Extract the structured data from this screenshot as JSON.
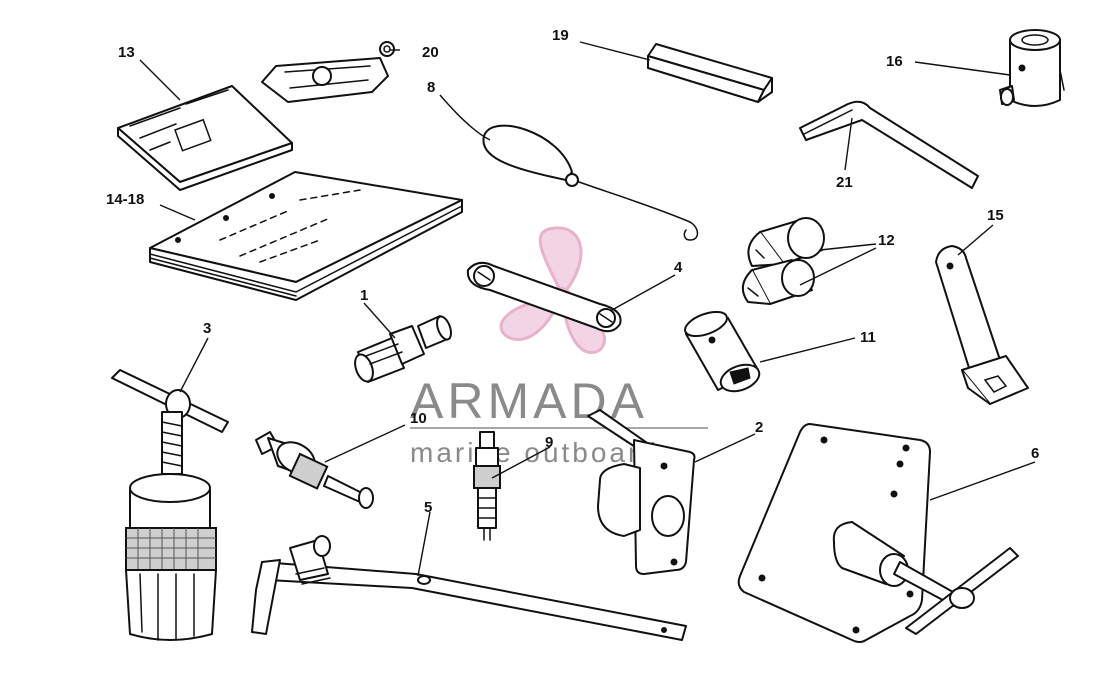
{
  "diagram": {
    "callouts": [
      {
        "id": "1",
        "label": "1"
      },
      {
        "id": "2",
        "label": "2"
      },
      {
        "id": "3",
        "label": "3"
      },
      {
        "id": "4",
        "label": "4"
      },
      {
        "id": "5",
        "label": "5"
      },
      {
        "id": "6",
        "label": "6"
      },
      {
        "id": "8",
        "label": "8"
      },
      {
        "id": "9",
        "label": "9"
      },
      {
        "id": "10",
        "label": "10"
      },
      {
        "id": "11",
        "label": "11"
      },
      {
        "id": "12",
        "label": "12"
      },
      {
        "id": "13",
        "label": "13"
      },
      {
        "id": "14-18",
        "label": "14-18"
      },
      {
        "id": "15",
        "label": "15"
      },
      {
        "id": "16",
        "label": "16"
      },
      {
        "id": "19",
        "label": "19"
      },
      {
        "id": "20",
        "label": "20"
      },
      {
        "id": "21",
        "label": "21"
      }
    ]
  },
  "watermark": {
    "brand": "ARMADA",
    "tagline": "marine outboards",
    "logo_color": "#e4a5c4",
    "text_color": "#8a8a8a"
  }
}
